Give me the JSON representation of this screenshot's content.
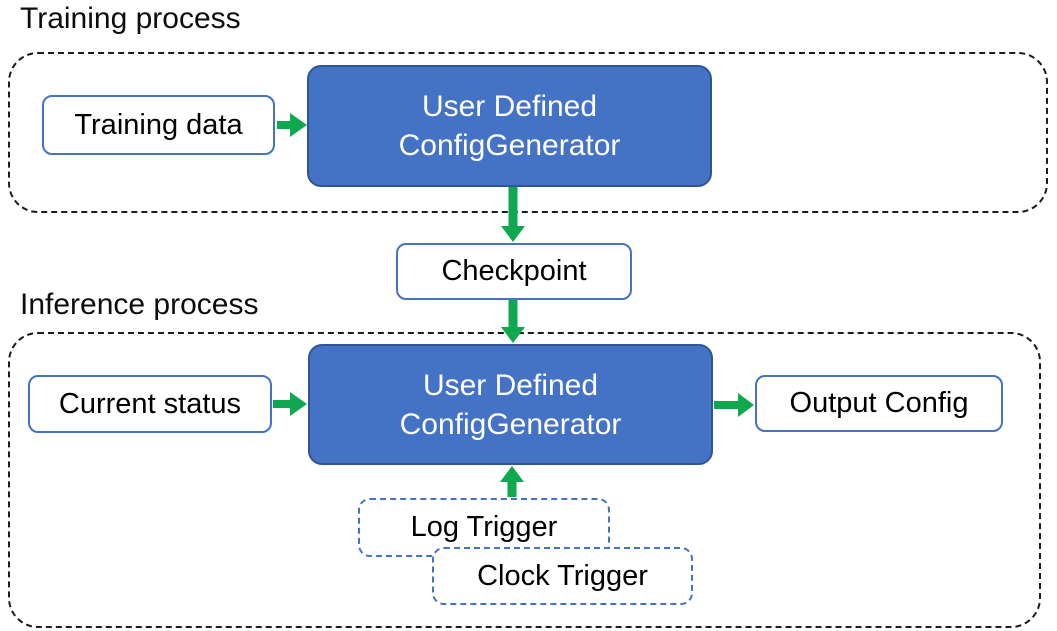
{
  "colors": {
    "generator_fill_blue": "#4472C4",
    "generator_border_blue": "#2F5597",
    "io_box_border_blue": "#4472C4",
    "trigger_border_blue": "#4472C4",
    "arrow_green": "#0FA84F",
    "container_dash_black": "#1c1c1c",
    "text_black": "#0d0d0d",
    "text_white": "#ffffff"
  },
  "training_section": {
    "title": "Training process",
    "training_data_label": "Training data",
    "generator_line1": "User Defined",
    "generator_line2": "ConfigGenerator"
  },
  "checkpoint": {
    "label": "Checkpoint"
  },
  "inference_section": {
    "title": "Inference process",
    "current_status_label": "Current status",
    "generator_line1": "User Defined",
    "generator_line2": "ConfigGenerator",
    "output_config_label": "Output Config",
    "log_trigger_label": "Log Trigger",
    "clock_trigger_label": "Clock Trigger"
  }
}
